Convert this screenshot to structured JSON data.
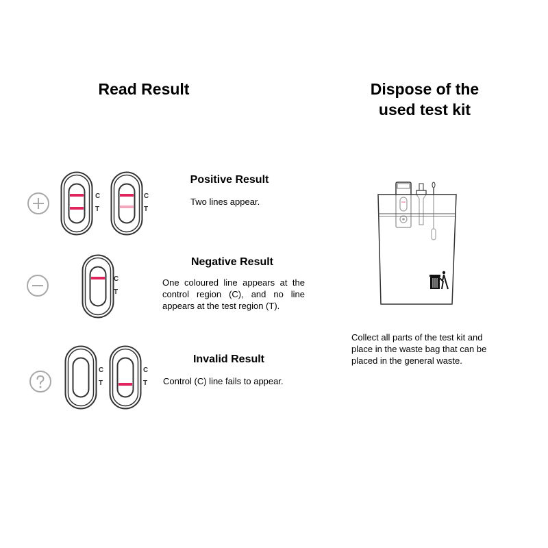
{
  "read_result": {
    "heading": "Read Result",
    "positive": {
      "symbol": "plus-circle-icon",
      "title": "Positive Result",
      "description": "Two lines appear.",
      "control_label": "C",
      "test_label": "T"
    },
    "negative": {
      "symbol": "minus-circle-icon",
      "title": "Negative Result",
      "description": "One coloured line appears at the control region (C), and no line appears at the test region (T).",
      "control_label": "C",
      "test_label": "T"
    },
    "invalid": {
      "symbol": "question-circle-icon",
      "title": "Invalid Result",
      "description": "Control (C) line fails to appear.",
      "control_label": "C",
      "test_label": "T"
    }
  },
  "dispose": {
    "heading_line1": "Dispose of the",
    "heading_line2": "used test kit",
    "description": "Collect all parts of the test kit and place in the waste bag that can be placed in the general waste.",
    "icon": "trash-bin-icon"
  },
  "colors": {
    "line_strong": "#e0245e",
    "line_faint": "#f2a7bf",
    "outline": "#333333",
    "symbol": "#a8a8a8"
  }
}
